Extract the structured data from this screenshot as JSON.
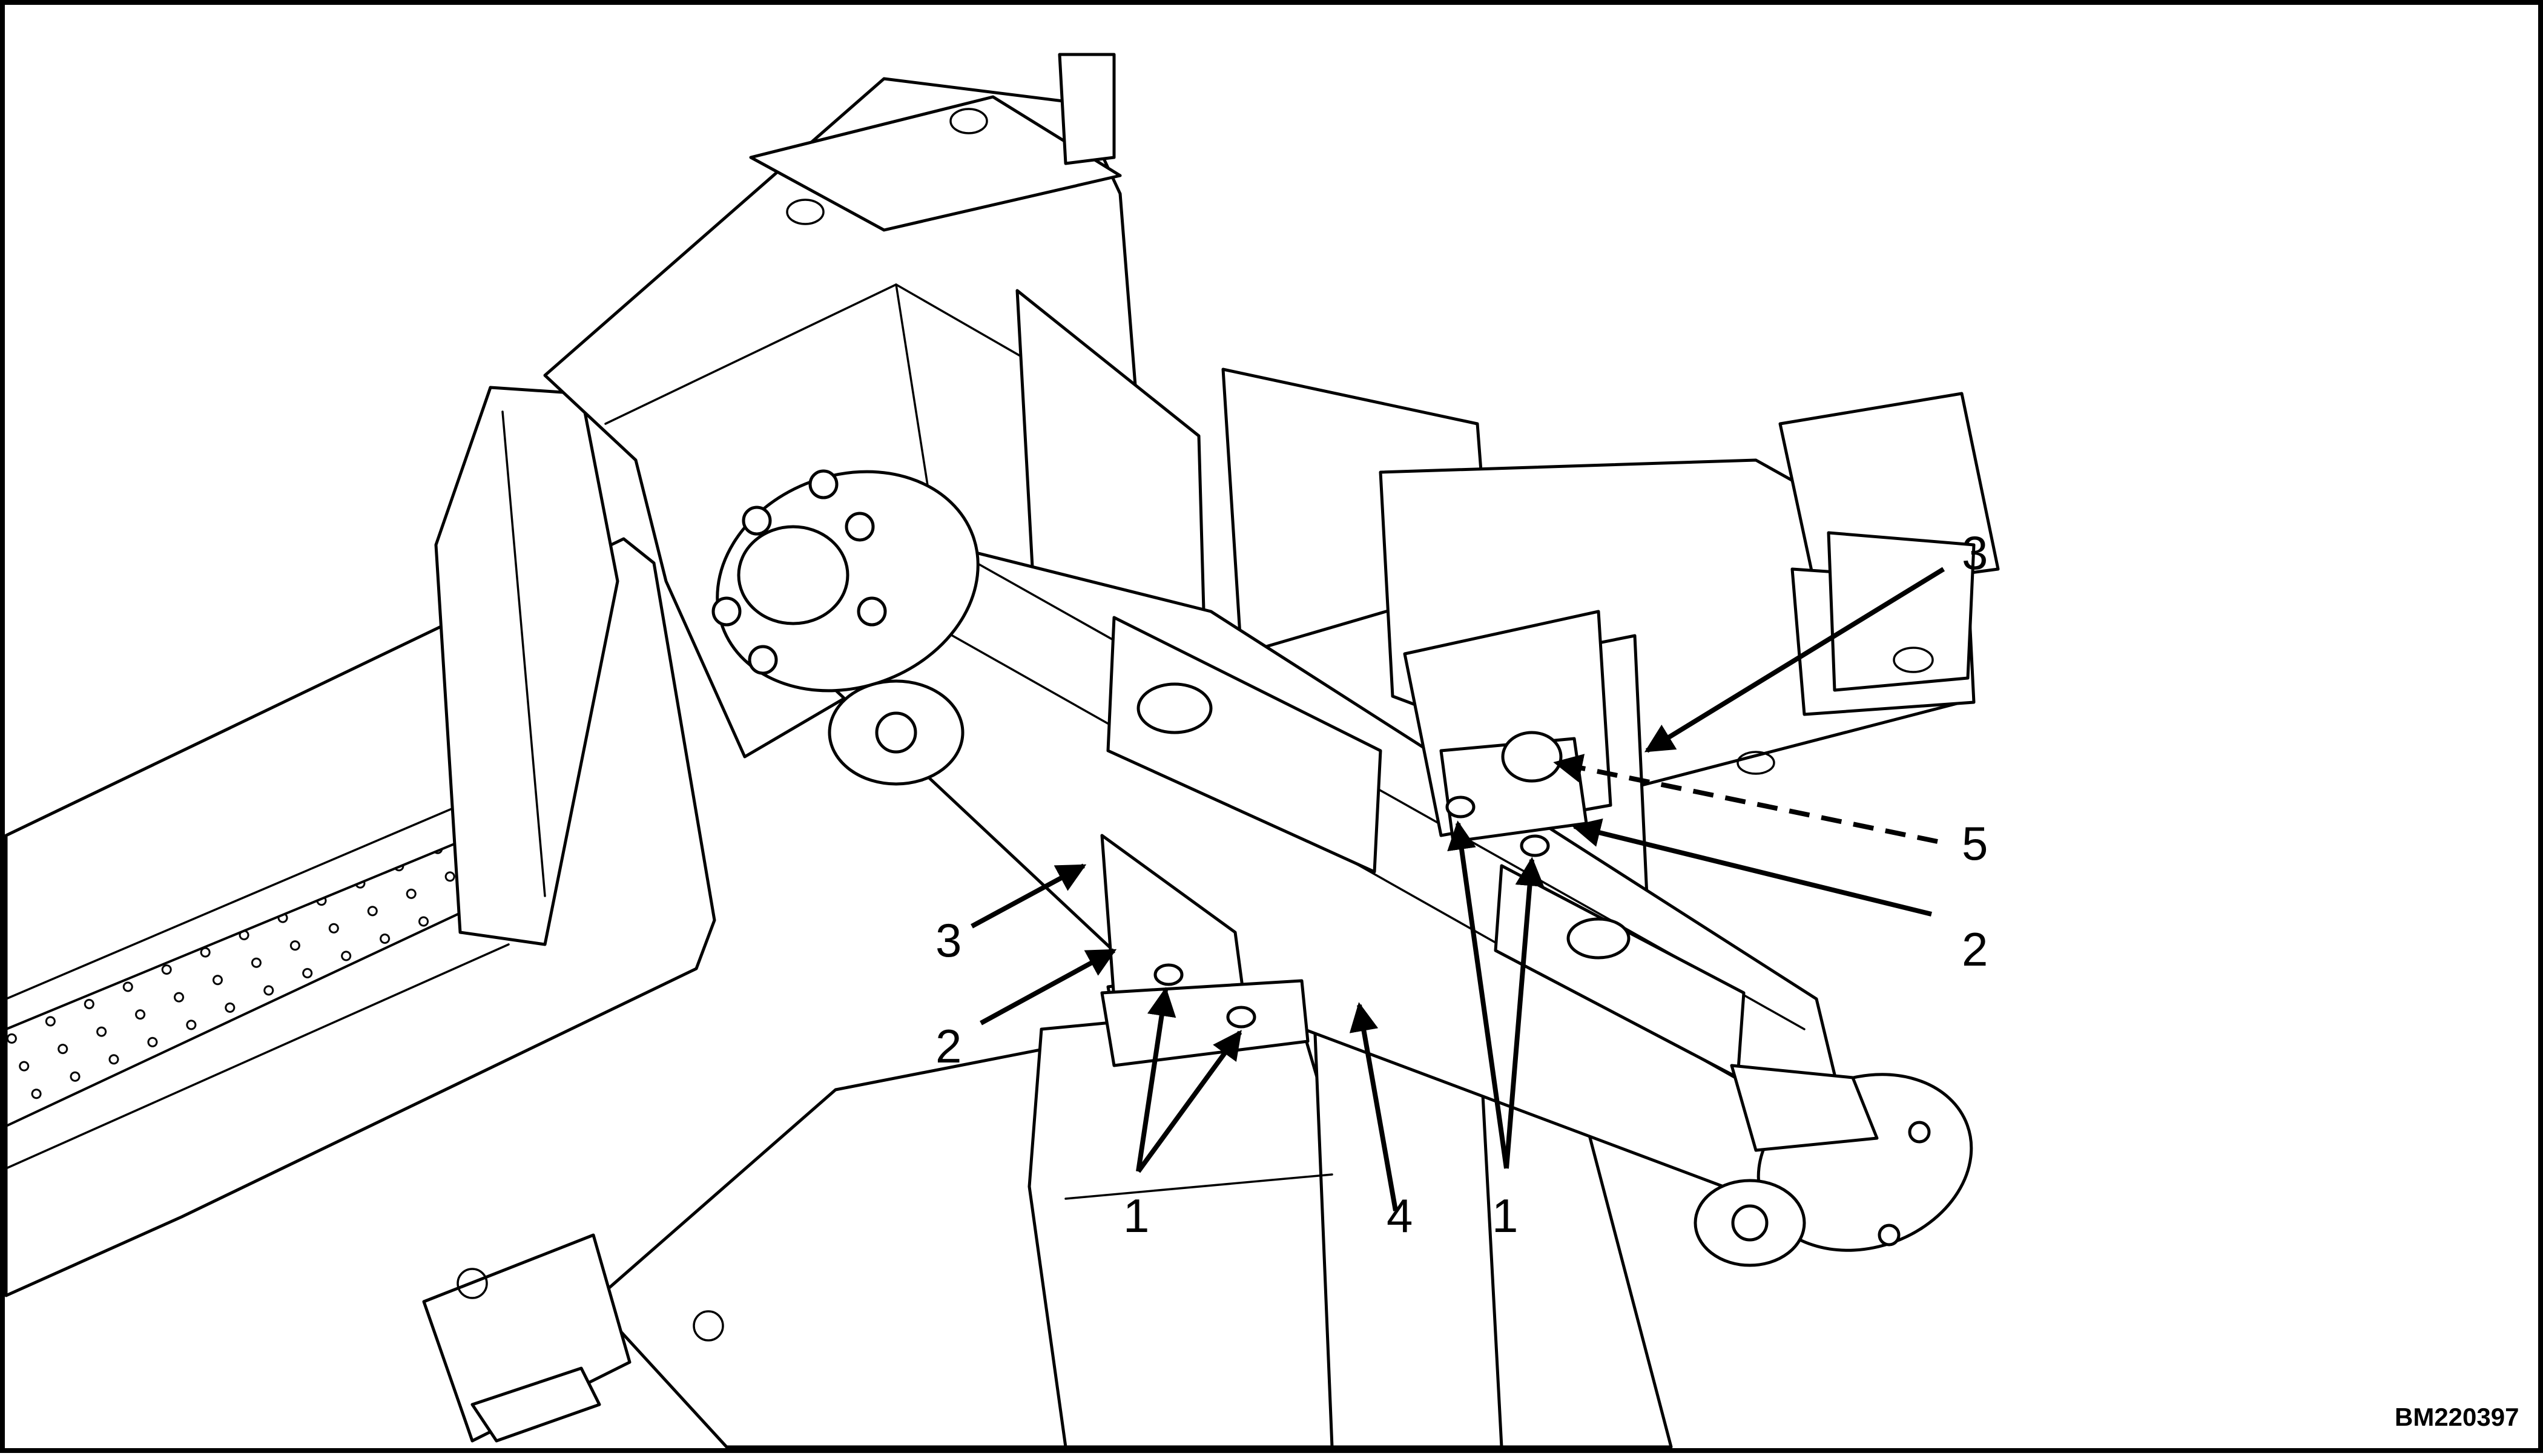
{
  "figure_id": "BM220397",
  "callouts": [
    {
      "id": "c1a",
      "label": "1"
    },
    {
      "id": "c1b",
      "label": "1"
    },
    {
      "id": "c2a",
      "label": "2"
    },
    {
      "id": "c2b",
      "label": "2"
    },
    {
      "id": "c3a",
      "label": "3"
    },
    {
      "id": "c3b",
      "label": "3"
    },
    {
      "id": "c4",
      "label": "4"
    },
    {
      "id": "c5",
      "label": "5"
    }
  ],
  "colors": {
    "line": "#000000",
    "background": "#ffffff"
  }
}
